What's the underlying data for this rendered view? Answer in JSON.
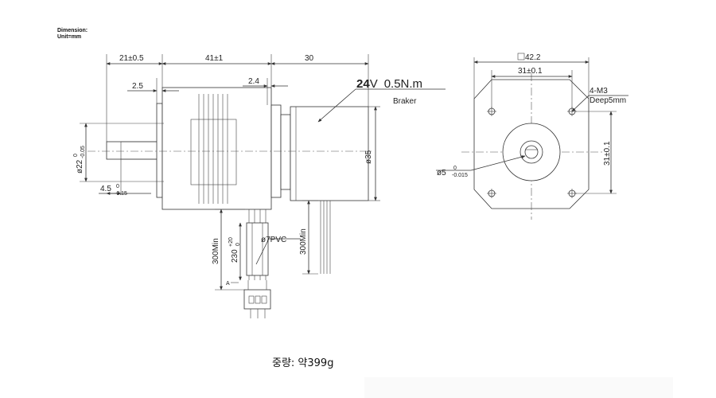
{
  "header": {
    "line1": "Dimension:",
    "line2": "Unit=mm"
  },
  "side_view": {
    "dim_shaft_length": "21±0.5",
    "dim_body_length": "41±1",
    "dim_brake_length": "30",
    "dim_flange": "2.5",
    "dim_gap": "2.4",
    "shaft_dia": "ø22",
    "shaft_dia_tol_upper": "0",
    "shaft_dia_tol_lower": "-0.05",
    "flat_depth": "4.5",
    "flat_tol_upper": "0",
    "flat_tol_lower": "-0.15",
    "brake_dia": "ø35",
    "brake_voltage": "24",
    "brake_voltage_unit": "V",
    "brake_torque": "0.5N.m",
    "brake_label": "Braker",
    "cable_length_left": "300Min",
    "cable_length_right": "300Min",
    "cable_length_mid": "230",
    "cable_length_mid_tol_upper": "+20",
    "cable_length_mid_tol_lower": "0",
    "cable_type": "ø7PVC",
    "marker_a": "A"
  },
  "front_view": {
    "square_size": "42.2",
    "hole_spacing_h": "31±0.1",
    "hole_spacing_v": "31±0.1",
    "hole_spec": "4-M3",
    "hole_depth": "Deep5mm",
    "shaft_dia": "ø5",
    "shaft_tol_upper": "0",
    "shaft_tol_lower": "-0.015"
  },
  "footer": {
    "weight_label": "중량: 약399g"
  }
}
